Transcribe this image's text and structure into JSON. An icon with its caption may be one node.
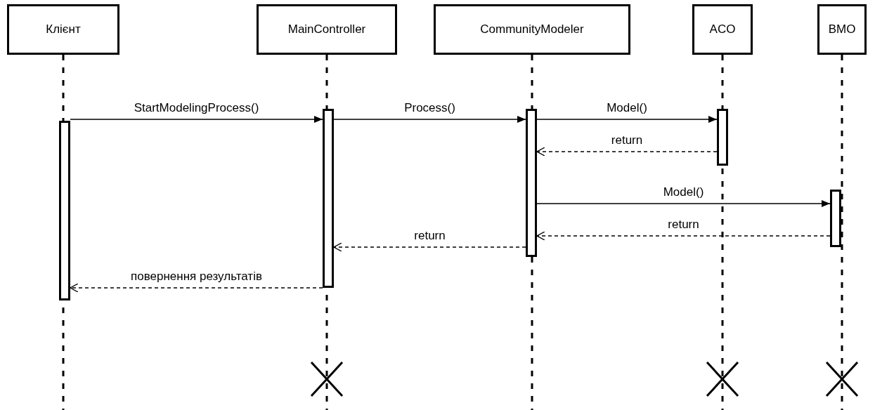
{
  "diagram": {
    "nodes": [
      {
        "text": [
          "Клієнт"
        ]
      },
      {
        "text": [
          "MainController"
        ]
      },
      {
        "text": [
          "CommunityModeler"
        ]
      },
      {
        "text": [
          "ACO"
        ]
      },
      {
        "text": [
          "BMO"
        ]
      },
      {
        "text": [],
        "shape": "bar"
      },
      {
        "text": [],
        "shape": "bar"
      },
      {
        "text": [],
        "shape": "bar"
      },
      {
        "text": [],
        "shape": "bar"
      },
      {
        "text": [],
        "shape": "bar"
      }
    ],
    "edges": [
      {
        "from": 5,
        "to": 6,
        "arrow": "to",
        "label": "StartModelingProcess()"
      },
      {
        "from": 6,
        "to": 7,
        "arrow": "to",
        "label": "Process()"
      },
      {
        "from": 7,
        "to": 8,
        "arrow": "to",
        "label": "Model()"
      },
      {
        "from": 8,
        "to": 7,
        "arrow": "to",
        "label": "return",
        "style": "dashed"
      },
      {
        "from": 7,
        "to": 9,
        "arrow": "to",
        "label": "Model()"
      },
      {
        "from": 9,
        "to": 7,
        "arrow": "to",
        "label": "return",
        "style": "dashed"
      },
      {
        "from": 7,
        "to": 6,
        "arrow": "to",
        "label": "return",
        "style": "dashed"
      },
      {
        "from": 6,
        "to": 5,
        "arrow": "to",
        "label": "повернення результатів",
        "style": "dashed"
      }
    ]
  }
}
